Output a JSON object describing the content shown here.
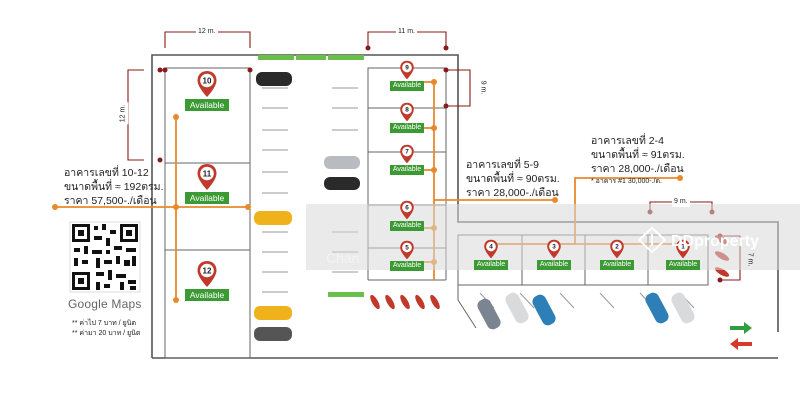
{
  "dimensions": {
    "left_width": "12 m.",
    "left_height": "12 m.",
    "middle_width": "11 m.",
    "middle_height": "9 m.",
    "right_width": "9 m.",
    "right_height": "7 m."
  },
  "units": [
    {
      "number": "10",
      "status": "Available"
    },
    {
      "number": "11",
      "status": "Available"
    },
    {
      "number": "12",
      "status": "Available"
    },
    {
      "number": "9",
      "status": "Available"
    },
    {
      "number": "8",
      "status": "Available"
    },
    {
      "number": "7",
      "status": "Available"
    },
    {
      "number": "6",
      "status": "Available"
    },
    {
      "number": "5",
      "status": "Available"
    },
    {
      "number": "4",
      "status": "Available"
    },
    {
      "number": "3",
      "status": "Available"
    },
    {
      "number": "2",
      "status": "Available"
    },
    {
      "number": "1",
      "status": "Available"
    }
  ],
  "groups": {
    "g10_12": {
      "line1": "อาคารเลขที่ 10-12",
      "line2": "ขนาดพื้นที่ ≈ 192ตรม.",
      "line3": "ราคา 57,500-./เดือน"
    },
    "g5_9": {
      "line1": "อาคารเลขที่ 5-9",
      "line2": "ขนาดพื้นที่ ≈ 90ตรม.",
      "line3": "ราคา 28,000-./เดือน"
    },
    "g2_4": {
      "line1": "อาคารเลขที่ 2-4",
      "line2": "ขนาดพื้นที่ ≈ 91ตรม.",
      "line3": "ราคา 28,000-./เดือน",
      "note": "* อาคาร #1 30,000-./ด."
    }
  },
  "map": {
    "label": "Google Maps",
    "fare1": "** ค่าไป 7 บาท   / ยูนิต",
    "fare2": "** ค่ามา 20 บาท / ยูนิต"
  },
  "watermark": {
    "brand": "DDproperty",
    "partial": "Chan"
  },
  "colors": {
    "route": "#e8892b",
    "dimension": "#8b1a1a",
    "available": "#3b9a34",
    "pin": "#c0392b",
    "wall": "#555555",
    "arrow_green": "#2e9e3e",
    "arrow_red": "#d43b2a"
  }
}
